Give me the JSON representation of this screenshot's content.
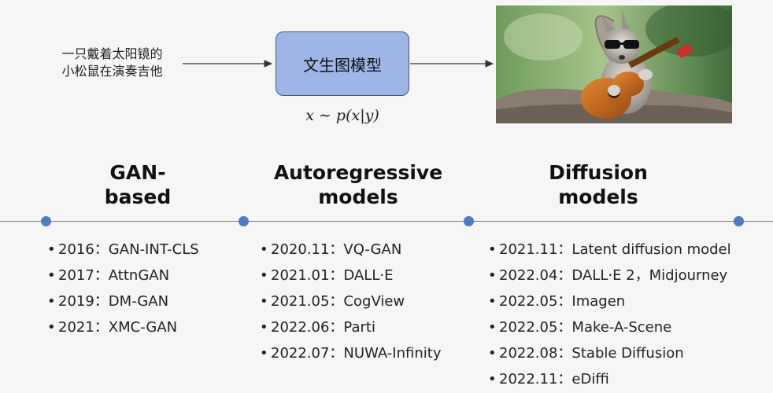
{
  "pipeline": {
    "prompt_lines": [
      "一只戴着太阳镜的",
      "小松鼠在演奏吉他"
    ],
    "model_label": "文生图模型",
    "formula": "x ∼ p(x|y)"
  },
  "categories": [
    {
      "title_lines": [
        "GAN-",
        "based"
      ],
      "items": [
        "2016：GAN-INT-CLS",
        "2017：AttnGAN",
        "2019：DM-GAN",
        "2021：XMC-GAN"
      ]
    },
    {
      "title_lines": [
        "Autoregressive",
        "models"
      ],
      "items": [
        "2020.11：VQ-GAN",
        "2021.01：DALL·E",
        "2021.05：CogView",
        "2022.06：Parti",
        "2022.07：NUWA-Infinity"
      ]
    },
    {
      "title_lines": [
        "Diffusion",
        "models"
      ],
      "items": [
        "2021.11：Latent diffusion model",
        "2022.04：DALL·E 2，Midjourney",
        "2022.05：Imagen",
        "2022.05：Make-A-Scene",
        "2022.08：Stable Diffusion",
        "2022.11：eDiffi"
      ]
    }
  ],
  "colors": {
    "box_fill": "#9db6e6",
    "box_border": "#3c5a93",
    "timeline_dot": "#4f79c4"
  }
}
